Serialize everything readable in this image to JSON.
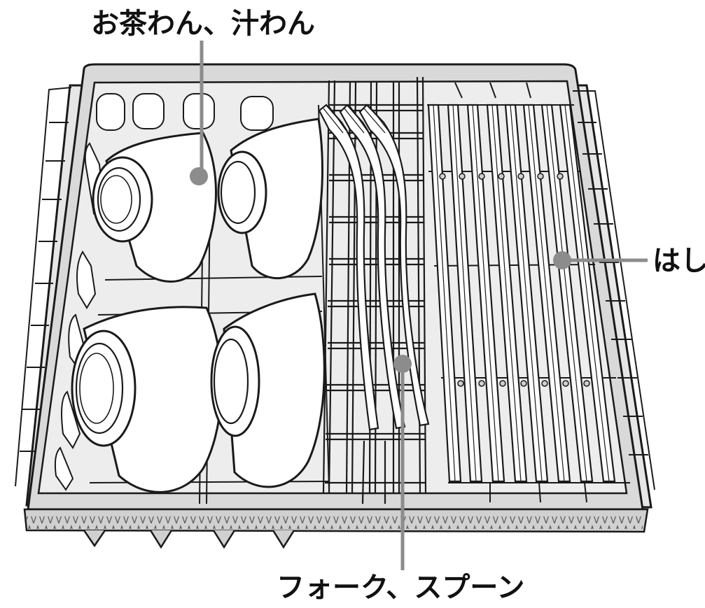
{
  "labels": {
    "bowls": "お茶わん、汁わん",
    "chopsticks": "はし",
    "cutlery": "フォーク、スプーン"
  },
  "colors": {
    "tray_fill": "#dcdcdc",
    "tray_inner": "#ebebeb",
    "outline": "#1a1a1a",
    "bowl": "#ffffff",
    "leader": "#8c8c8c",
    "text": "#111111"
  }
}
